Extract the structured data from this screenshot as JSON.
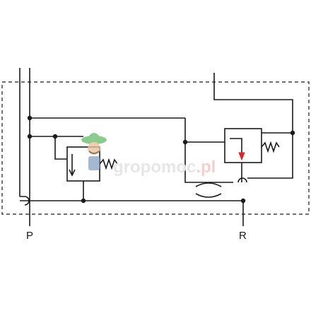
{
  "ports": {
    "pressure": "P",
    "return": "R"
  },
  "watermark": {
    "text_part_1": "gropomoc",
    "text_part_2": ".pl",
    "color_1": "#e8e8e8",
    "color_2": "#f6d7d7"
  },
  "colors": {
    "line": "#1a1a1a",
    "arrow_highlight": "#d62828",
    "mascot_hat": "#6fbf73"
  }
}
